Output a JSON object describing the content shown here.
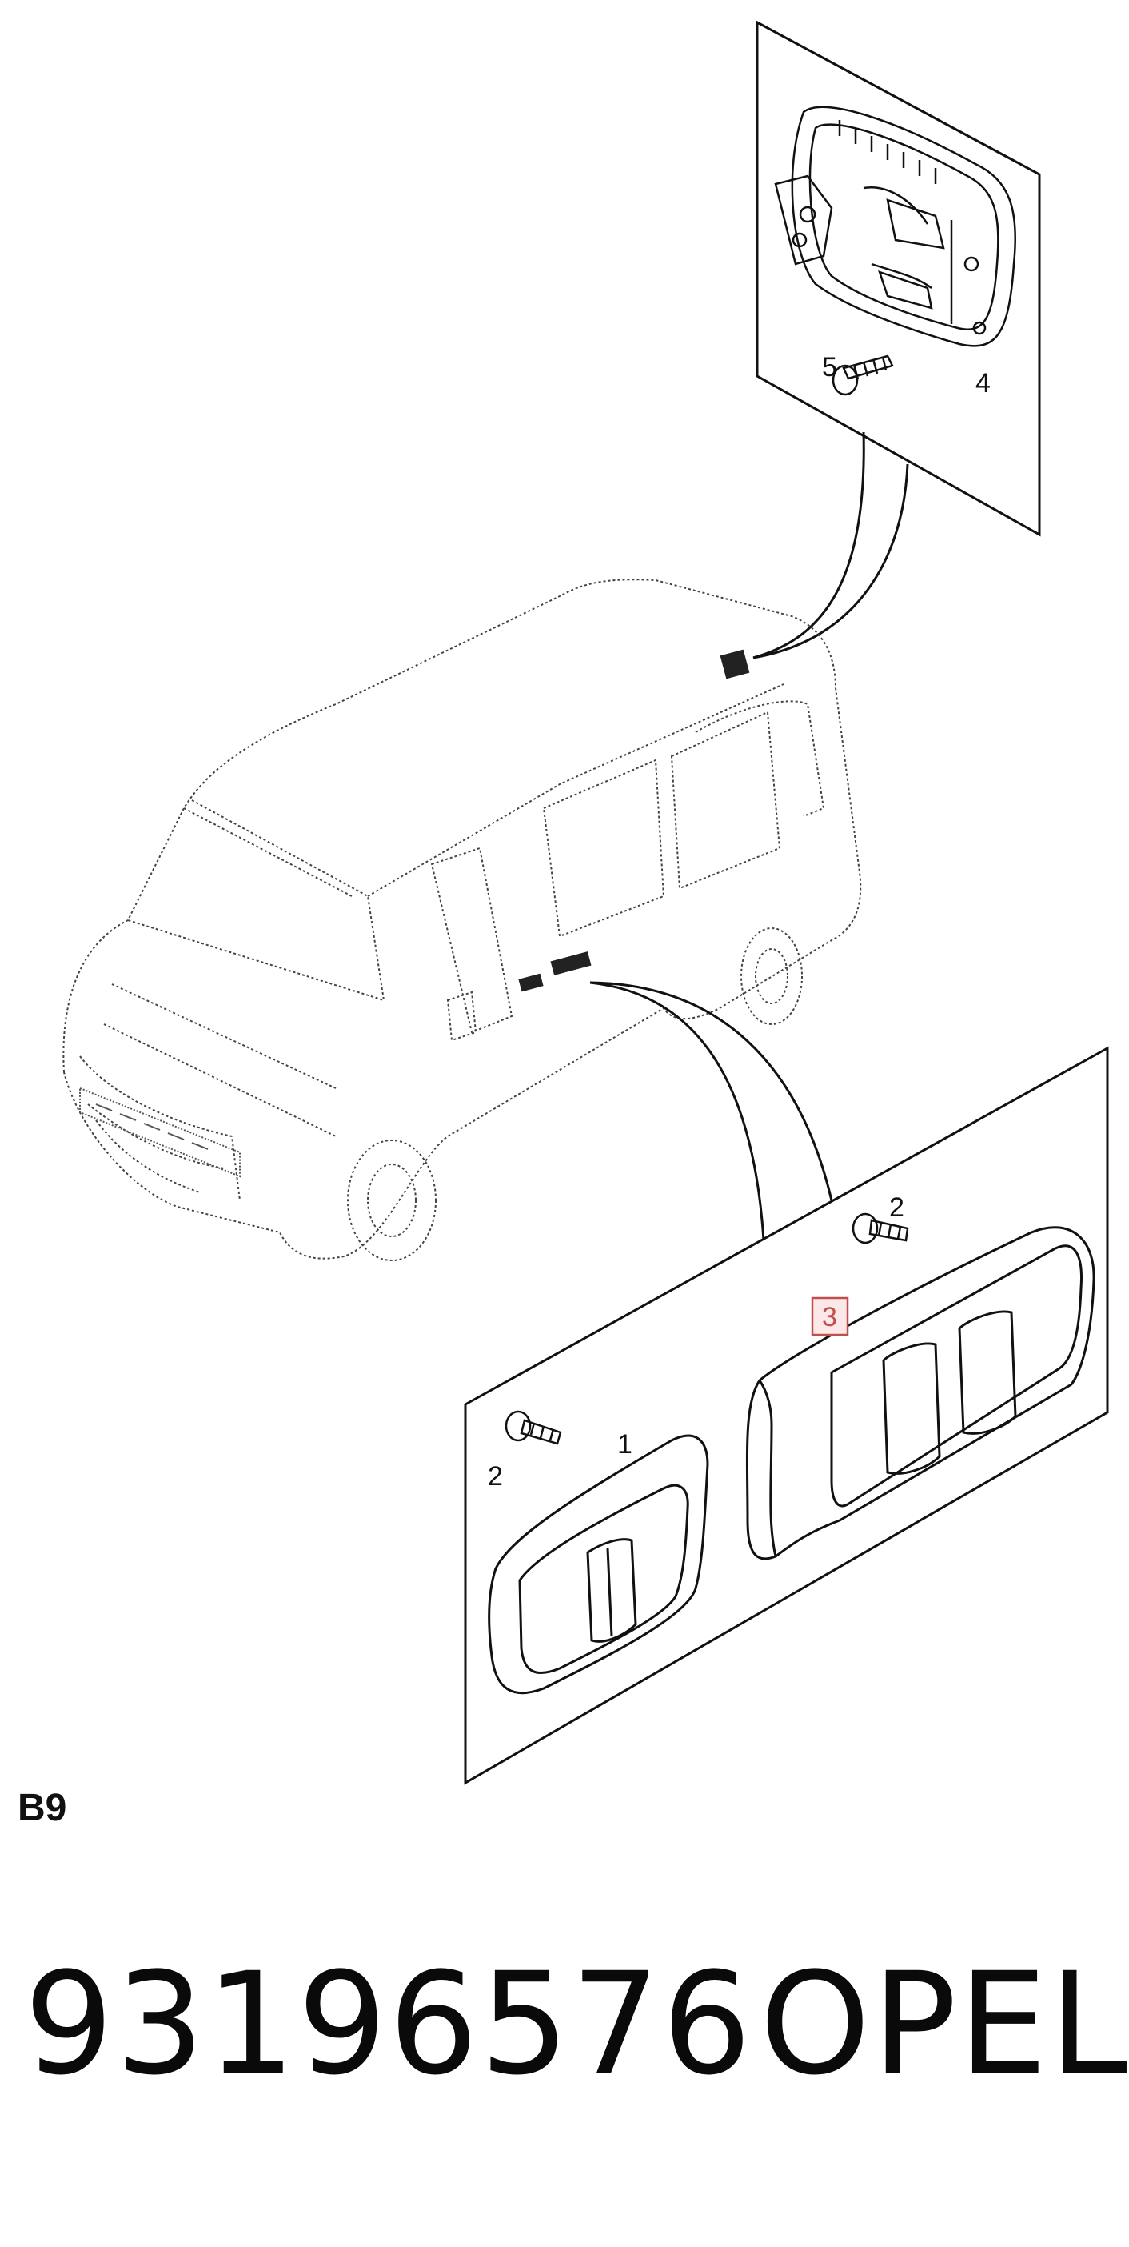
{
  "diagram": {
    "callouts": {
      "c1": "1",
      "c2_upper": "2",
      "c2_lower": "2",
      "c3": "3",
      "c4": "4",
      "c5": "5"
    },
    "highlighted_callout": "3",
    "highlight_color": "#c0504d"
  },
  "section_code": "B9",
  "footer": {
    "part_number": "93196576",
    "brand": "OPEL"
  }
}
